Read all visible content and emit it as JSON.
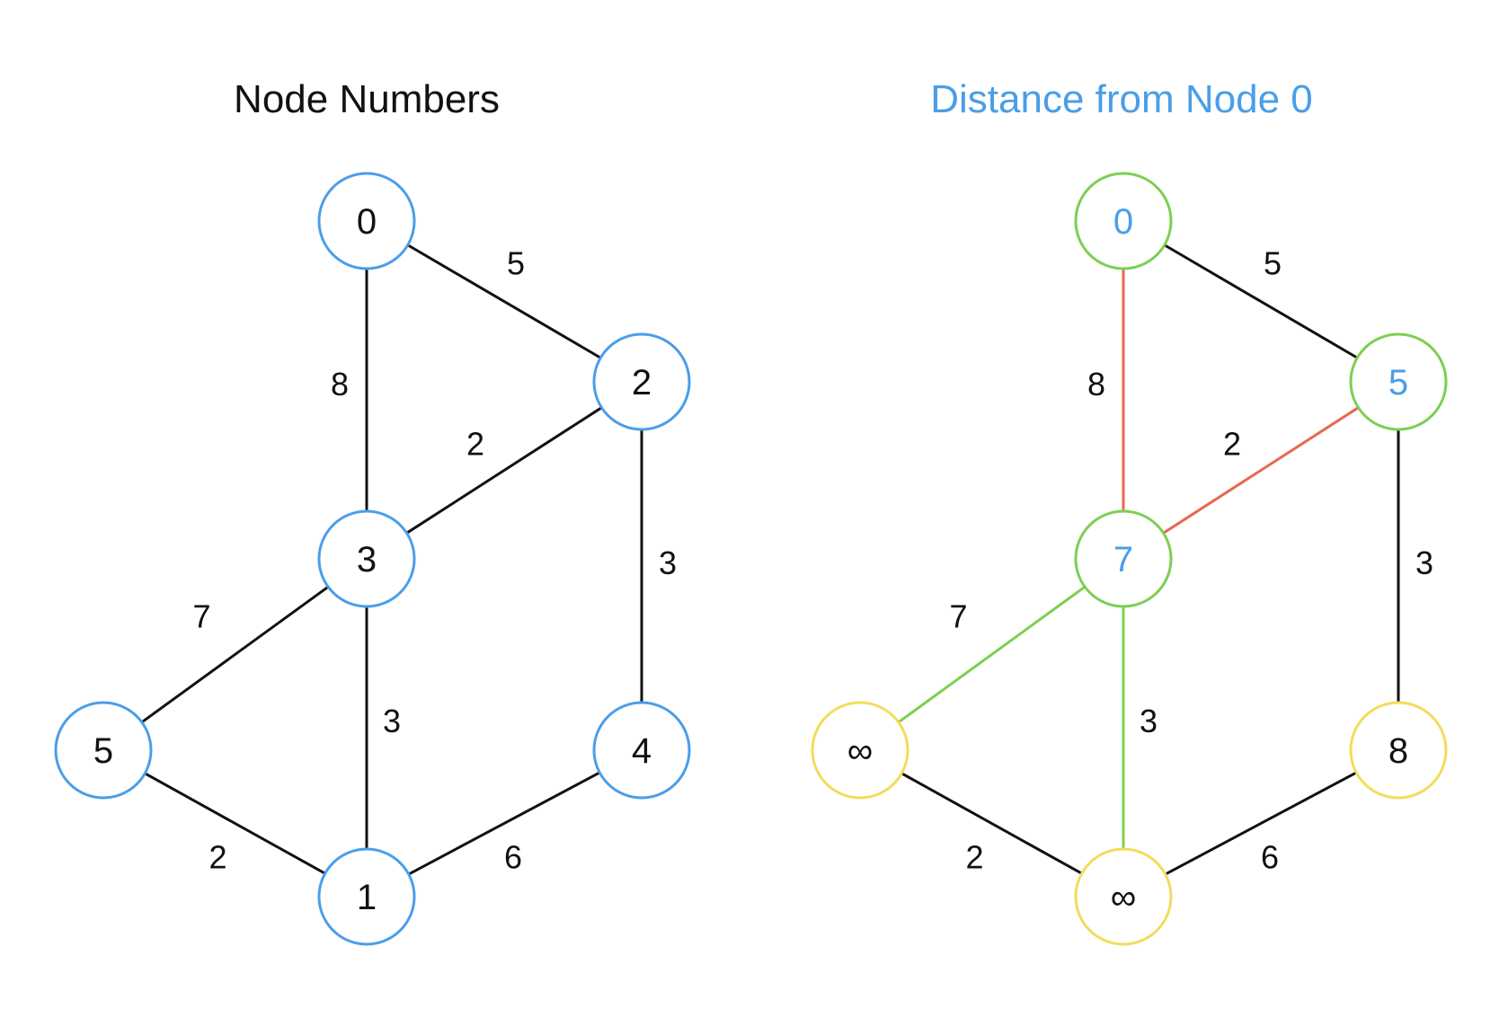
{
  "colors": {
    "node_blue": "#4a9ee8",
    "node_green": "#7ccf52",
    "node_yellow": "#f2dc5b",
    "edge_black": "#111111",
    "edge_red": "#e8684f",
    "edge_green": "#7ccf52",
    "text_black": "#111111",
    "text_blue": "#4a9ee8"
  },
  "graphs": [
    {
      "title": "Node Numbers",
      "title_color": "#111111",
      "nodes": [
        {
          "id": 0,
          "label": "0",
          "stroke": "#4a9ee8",
          "text_color": "#111111"
        },
        {
          "id": 1,
          "label": "1",
          "stroke": "#4a9ee8",
          "text_color": "#111111"
        },
        {
          "id": 2,
          "label": "2",
          "stroke": "#4a9ee8",
          "text_color": "#111111"
        },
        {
          "id": 3,
          "label": "3",
          "stroke": "#4a9ee8",
          "text_color": "#111111"
        },
        {
          "id": 4,
          "label": "4",
          "stroke": "#4a9ee8",
          "text_color": "#111111"
        },
        {
          "id": 5,
          "label": "5",
          "stroke": "#4a9ee8",
          "text_color": "#111111"
        }
      ],
      "edges": [
        {
          "from": 0,
          "to": 2,
          "weight": "5",
          "color": "#111111"
        },
        {
          "from": 0,
          "to": 3,
          "weight": "8",
          "color": "#111111"
        },
        {
          "from": 2,
          "to": 3,
          "weight": "2",
          "color": "#111111"
        },
        {
          "from": 2,
          "to": 4,
          "weight": "3",
          "color": "#111111"
        },
        {
          "from": 3,
          "to": 5,
          "weight": "7",
          "color": "#111111"
        },
        {
          "from": 3,
          "to": 1,
          "weight": "3",
          "color": "#111111"
        },
        {
          "from": 5,
          "to": 1,
          "weight": "2",
          "color": "#111111"
        },
        {
          "from": 1,
          "to": 4,
          "weight": "6",
          "color": "#111111"
        }
      ]
    },
    {
      "title": "Distance from Node 0",
      "title_color": "#4a9ee8",
      "nodes": [
        {
          "id": 0,
          "label": "0",
          "stroke": "#7ccf52",
          "text_color": "#4a9ee8"
        },
        {
          "id": 1,
          "label": "∞",
          "stroke": "#f2dc5b",
          "text_color": "#111111"
        },
        {
          "id": 2,
          "label": "5",
          "stroke": "#7ccf52",
          "text_color": "#4a9ee8"
        },
        {
          "id": 3,
          "label": "7",
          "stroke": "#7ccf52",
          "text_color": "#4a9ee8"
        },
        {
          "id": 4,
          "label": "8",
          "stroke": "#f2dc5b",
          "text_color": "#111111"
        },
        {
          "id": 5,
          "label": "∞",
          "stroke": "#f2dc5b",
          "text_color": "#111111"
        }
      ],
      "edges": [
        {
          "from": 0,
          "to": 2,
          "weight": "5",
          "color": "#111111"
        },
        {
          "from": 0,
          "to": 3,
          "weight": "8",
          "color": "#e8684f"
        },
        {
          "from": 2,
          "to": 3,
          "weight": "2",
          "color": "#e8684f"
        },
        {
          "from": 2,
          "to": 4,
          "weight": "3",
          "color": "#111111"
        },
        {
          "from": 3,
          "to": 5,
          "weight": "7",
          "color": "#7ccf52"
        },
        {
          "from": 3,
          "to": 1,
          "weight": "3",
          "color": "#7ccf52"
        },
        {
          "from": 5,
          "to": 1,
          "weight": "2",
          "color": "#111111"
        },
        {
          "from": 1,
          "to": 4,
          "weight": "6",
          "color": "#111111"
        }
      ]
    }
  ]
}
